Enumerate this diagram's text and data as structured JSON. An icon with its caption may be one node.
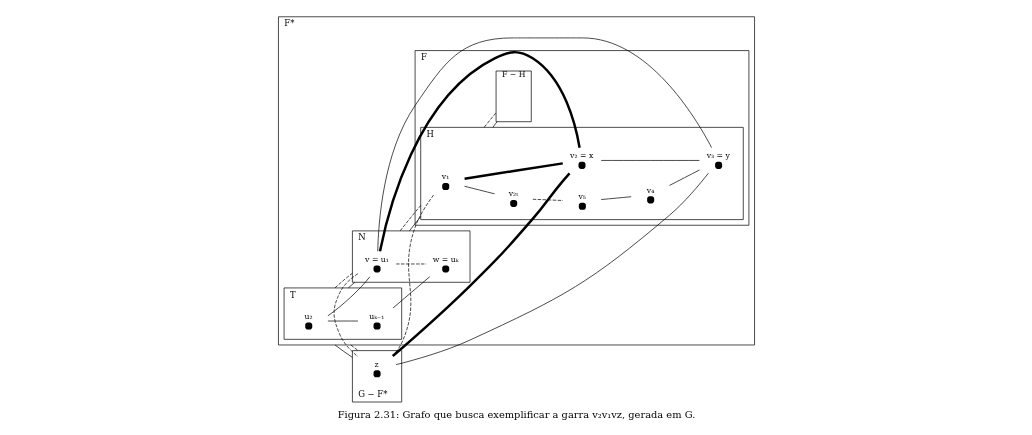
{
  "diagram": {
    "caption": "Figura 2.31: Grafo que busca exemplificar a garra v₂v₁vz, gerada em G.",
    "nodes": [
      {
        "text": [
          "F*"
        ]
      },
      {
        "text": [
          "T"
        ],
        "in": 0
      },
      {
        "text": [
          "u₂"
        ],
        "in": 1
      },
      {
        "text": [
          "uₖ₋₁"
        ],
        "in": 1
      },
      {
        "text": [
          "N"
        ],
        "in": 0
      },
      {
        "text": [
          "v = u₁"
        ],
        "in": 4
      },
      {
        "text": [
          "w = uₖ"
        ],
        "in": 4
      },
      {
        "text": [
          "F"
        ],
        "in": 0
      },
      {
        "text": [
          "H"
        ],
        "in": 7
      },
      {
        "text": [
          "v₁"
        ],
        "in": 8
      },
      {
        "text": [
          "v₂ₜ"
        ],
        "in": 8
      },
      {
        "text": [
          "v₂ = x"
        ],
        "in": 8
      },
      {
        "text": [
          "v₅"
        ],
        "in": 8
      },
      {
        "text": [
          "v₃ = y"
        ],
        "in": 8
      },
      {
        "text": [
          "v₄"
        ],
        "in": 8
      },
      {
        "text": [
          "F − H"
        ],
        "in": 7
      },
      {
        "text": [
          "G − F*"
        ]
      },
      {
        "text": [
          "z"
        ],
        "in": 16
      }
    ],
    "edges": [
      {
        "from": 2,
        "to": 3,
        "arrow": "none"
      },
      {
        "from": 2,
        "to": 5,
        "arrow": "none"
      },
      {
        "from": 3,
        "to": 6,
        "arrow": "none"
      },
      {
        "from": 5,
        "to": 6,
        "arrow": "none",
        "style": "dashed"
      },
      {
        "from": 5,
        "to": 11,
        "arrow": "none",
        "style": "thick"
      },
      {
        "from": 5,
        "to": 13,
        "arrow": "none"
      },
      {
        "from": 5,
        "to": 17,
        "arrow": "none",
        "style": "dashed"
      },
      {
        "from": 9,
        "to": 11,
        "arrow": "none",
        "style": "thick"
      },
      {
        "from": 9,
        "to": 10,
        "arrow": "none"
      },
      {
        "from": 10,
        "to": 12,
        "arrow": "none",
        "style": "dashed"
      },
      {
        "from": 12,
        "to": 14,
        "arrow": "none"
      },
      {
        "from": 14,
        "to": 13,
        "arrow": "none"
      },
      {
        "from": 11,
        "to": 13,
        "arrow": "none"
      },
      {
        "from": 11,
        "to": 17,
        "arrow": "none",
        "style": "thick"
      },
      {
        "from": 13,
        "to": 17,
        "arrow": "none"
      },
      {
        "from": 17,
        "to": 9,
        "arrow": "none",
        "style": "dashed"
      },
      {
        "from": 1,
        "to": 4,
        "arrow": "none"
      },
      {
        "from": 1,
        "to": 4,
        "arrow": "none",
        "style": "dashed"
      },
      {
        "from": 4,
        "to": 8,
        "arrow": "none"
      },
      {
        "from": 4,
        "to": 8,
        "arrow": "none",
        "style": "dashed"
      },
      {
        "from": 8,
        "to": 15,
        "arrow": "none"
      },
      {
        "from": 8,
        "to": 15,
        "arrow": "none",
        "style": "dashed"
      },
      {
        "from": 0,
        "to": 16,
        "arrow": "none"
      },
      {
        "from": 0,
        "to": 16,
        "arrow": "none",
        "style": "dashed"
      }
    ]
  }
}
